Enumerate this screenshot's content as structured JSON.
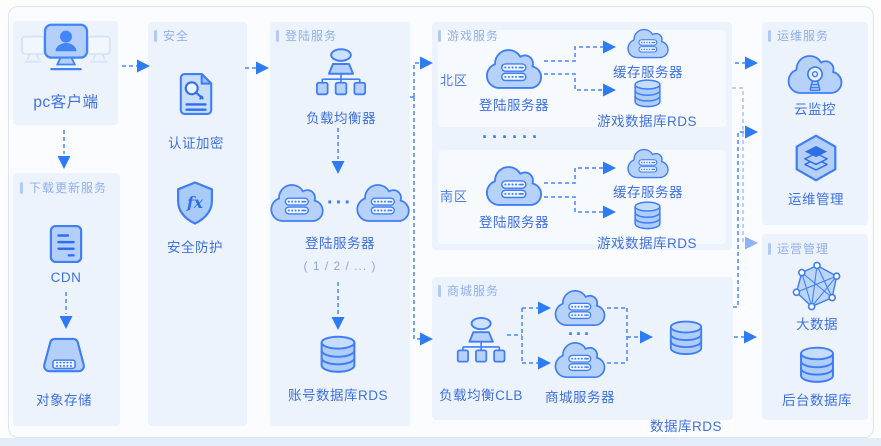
{
  "client": {
    "label": "pc客户端"
  },
  "download": {
    "title": "下载更新服务",
    "cdn_label": "CDN",
    "storage_label": "对象存储"
  },
  "security": {
    "title": "安全",
    "auth_label": "认证加密",
    "shield_label": "安全防护"
  },
  "login": {
    "title": "登陆服务",
    "lb_label": "负载均衡器",
    "server_label": "登陆服务器",
    "server_sub": "( 1 / 2 / ... )",
    "dots": "···",
    "db_label": "账号数据库RDS"
  },
  "game": {
    "title": "游戏服务",
    "separator": "······",
    "north": {
      "name": "北区",
      "server": "登陆服务器",
      "cache": "缓存服务器",
      "db": "游戏数据库RDS"
    },
    "south": {
      "name": "南区",
      "server": "登陆服务器",
      "cache": "缓存服务器",
      "db": "游戏数据库RDS"
    }
  },
  "mall": {
    "title": "商城服务",
    "clb_label": "负载均衡CLB",
    "server_label": "商城服务器",
    "dots": "···",
    "db_label": "数据库RDS"
  },
  "ops": {
    "title": "运维服务",
    "monitor_label": "云监控",
    "manage_label": "运维管理"
  },
  "mgmt": {
    "title": "运营管理",
    "bigdata_label": "大数据",
    "db_label": "后台数据库"
  },
  "colors": {
    "accent": "#2e7bf6",
    "label": "#3e71e2",
    "header": "#90b0ef",
    "panel": "#edf3fc"
  }
}
